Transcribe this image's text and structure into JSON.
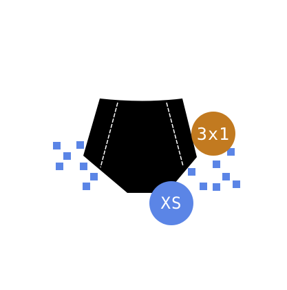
{
  "product": {
    "icon": "underwear-briefs-icon",
    "color": "#000000",
    "seam_color": "#ffffff"
  },
  "confetti": {
    "icon": "confetti-squares",
    "color": "#5b85e6"
  },
  "quantity_badge": {
    "label": "3x1",
    "color": "#c27a20",
    "text_color": "#ffffff"
  },
  "size_badge": {
    "label": "XS",
    "color": "#5b85e6",
    "text_color": "#ffffff"
  }
}
